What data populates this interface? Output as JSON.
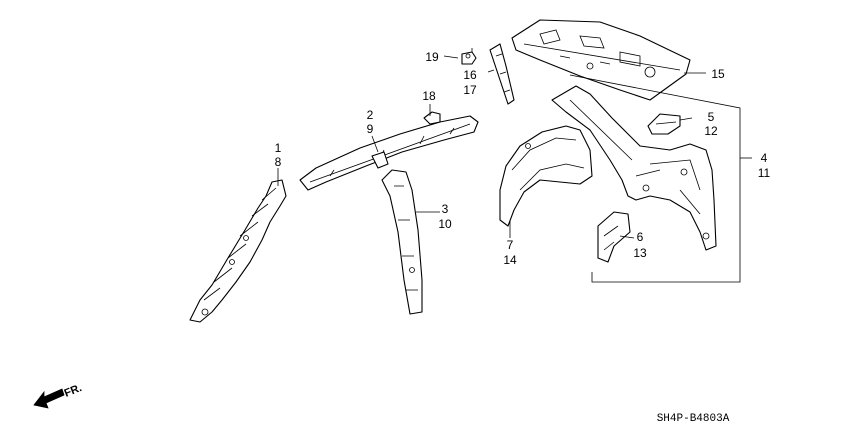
{
  "diagram": {
    "callouts": [
      {
        "id": "c1",
        "number": "1"
      },
      {
        "id": "c8",
        "number": "8"
      },
      {
        "id": "c2",
        "number": "2"
      },
      {
        "id": "c9",
        "number": "9"
      },
      {
        "id": "c3",
        "number": "3"
      },
      {
        "id": "c10",
        "number": "10"
      },
      {
        "id": "c18",
        "number": "18"
      },
      {
        "id": "c19",
        "number": "19"
      },
      {
        "id": "c16",
        "number": "16"
      },
      {
        "id": "c17",
        "number": "17"
      },
      {
        "id": "c15",
        "number": "15"
      },
      {
        "id": "c5",
        "number": "5"
      },
      {
        "id": "c12",
        "number": "12"
      },
      {
        "id": "c4",
        "number": "4"
      },
      {
        "id": "c11",
        "number": "11"
      },
      {
        "id": "c7",
        "number": "7"
      },
      {
        "id": "c14",
        "number": "14"
      },
      {
        "id": "c6",
        "number": "6"
      },
      {
        "id": "c13",
        "number": "13"
      }
    ],
    "direction_label": "FR.",
    "diagram_code": "SH4P-B4803A"
  }
}
